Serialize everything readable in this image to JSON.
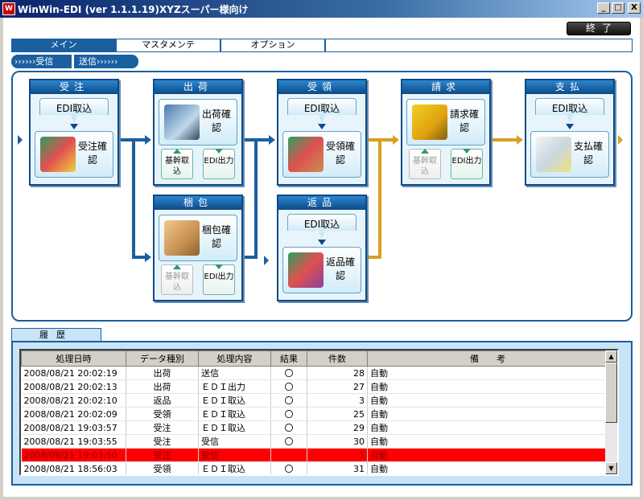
{
  "window": {
    "title": "WinWin-EDI (ver 1.1.1.19)XYZスーパー様向け",
    "icon_text": "W",
    "minimize": "_",
    "maximize": "□",
    "close": "X"
  },
  "exit_button": "終了",
  "tabs": [
    "メイン",
    "マスタメンテ",
    "オプション"
  ],
  "direction": {
    "receive": "››››››受信",
    "send": "送信››››››"
  },
  "flow": {
    "juchu": {
      "head": "受注",
      "top": "EDI取込",
      "action": "受注確認"
    },
    "shukka": {
      "head": "出荷",
      "action": "出荷確認",
      "sub1": "基幹取込",
      "sub2": "EDI出力"
    },
    "konpo": {
      "head": "梱包",
      "action": "梱包確認",
      "sub1": "基幹取込",
      "sub2": "EDI出力"
    },
    "juryo": {
      "head": "受領",
      "top": "EDI取込",
      "action": "受領確認"
    },
    "henpin": {
      "head": "返品",
      "top": "EDI取込",
      "action": "返品確認"
    },
    "seikyu": {
      "head": "請求",
      "action": "請求確認",
      "sub1": "基幹取込",
      "sub2": "EDI出力"
    },
    "shiharai": {
      "head": "支払",
      "top": "EDI取込",
      "action": "支払確認"
    }
  },
  "history": {
    "tab": "履歴",
    "columns": [
      "処理日時",
      "データ種別",
      "処理内容",
      "結果",
      "件数",
      "備　　考"
    ],
    "rows": [
      {
        "date": "2008/08/21 20:02:19",
        "type": "出荷",
        "proc": "送信",
        "result": "〇",
        "count": "28",
        "note": "自動",
        "error": false
      },
      {
        "date": "2008/08/21 20:02:13",
        "type": "出荷",
        "proc": "ＥＤＩ出力",
        "result": "〇",
        "count": "27",
        "note": "自動",
        "error": false
      },
      {
        "date": "2008/08/21 20:02:10",
        "type": "返品",
        "proc": "ＥＤＩ取込",
        "result": "〇",
        "count": "3",
        "note": "自動",
        "error": false
      },
      {
        "date": "2008/08/21 20:02:09",
        "type": "受領",
        "proc": "ＥＤＩ取込",
        "result": "〇",
        "count": "25",
        "note": "自動",
        "error": false
      },
      {
        "date": "2008/08/21 19:03:57",
        "type": "受注",
        "proc": "ＥＤＩ取込",
        "result": "〇",
        "count": "29",
        "note": "自動",
        "error": false
      },
      {
        "date": "2008/08/21 19:03:55",
        "type": "受注",
        "proc": "受信",
        "result": "〇",
        "count": "30",
        "note": "自動",
        "error": false
      },
      {
        "date": "2008/08/21 19:03:50",
        "type": "受注",
        "proc": "受信",
        "result": "",
        "count": "1",
        "note": "自動",
        "error": true
      },
      {
        "date": "2008/08/21 18:56:03",
        "type": "受領",
        "proc": "ＥＤＩ取込",
        "result": "〇",
        "count": "31",
        "note": "自動",
        "error": false
      }
    ]
  },
  "colors": {
    "brand_blue": "#1a5fa0",
    "flow_arrow_blue": "#1a5fa0",
    "flow_arrow_gold": "#d9a020",
    "error_row": "#ff0000"
  }
}
